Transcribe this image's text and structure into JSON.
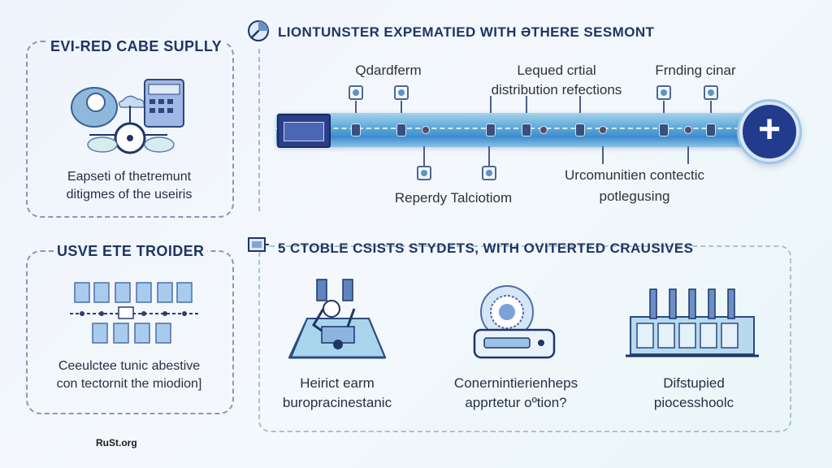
{
  "colors": {
    "accent": "#233b8c",
    "pipe": "#5aa7d9",
    "dash": "#8b97b3",
    "text": "#1f3566"
  },
  "left_top": {
    "title": "EVI-RED CABE SUPLLY",
    "desc": [
      "Eapseti of thetremunt",
      "ditigmes of the useiris"
    ],
    "icon": "server-cloud-network-icon"
  },
  "left_bottom": {
    "title": "USVE ETE TROIDER",
    "desc": [
      "Ceeulctee tunic abestive",
      "con tectornit the miodion]"
    ],
    "icon": "grid-network-icon"
  },
  "top_section": {
    "title": "LIONTUNSTER EXPEMATIED WITH ƏTHERE SESMONT",
    "icon": "gauge-icon",
    "labels_above": [
      {
        "text": "Qdardferm"
      },
      {
        "lines": [
          "Lequed crtial",
          "distribution refections"
        ]
      },
      {
        "text": "Frnding cinar"
      }
    ],
    "labels_below": [
      {
        "text": "Reperdy Talciotiom"
      },
      {
        "lines": [
          "Urcomunitien contectic",
          "potlegusing"
        ]
      }
    ],
    "plus_label": "+"
  },
  "bottom_section": {
    "title": "5 CTOBLE CSISTS STYDETS, WITH OVITERTED CRAUSIVES",
    "icon": "gear-box-icon",
    "items": [
      {
        "icon": "robot-arm-icon",
        "lines": [
          "Heirict earm",
          "buropracinestanic"
        ]
      },
      {
        "icon": "router-device-icon",
        "lines": [
          "Conernintierienheps",
          "apprtetur oºtion?"
        ]
      },
      {
        "icon": "server-rack-icon",
        "lines": [
          "Difstupied",
          "piocesshoolc"
        ]
      }
    ]
  },
  "footer": {
    "text": "RuSt.org"
  }
}
